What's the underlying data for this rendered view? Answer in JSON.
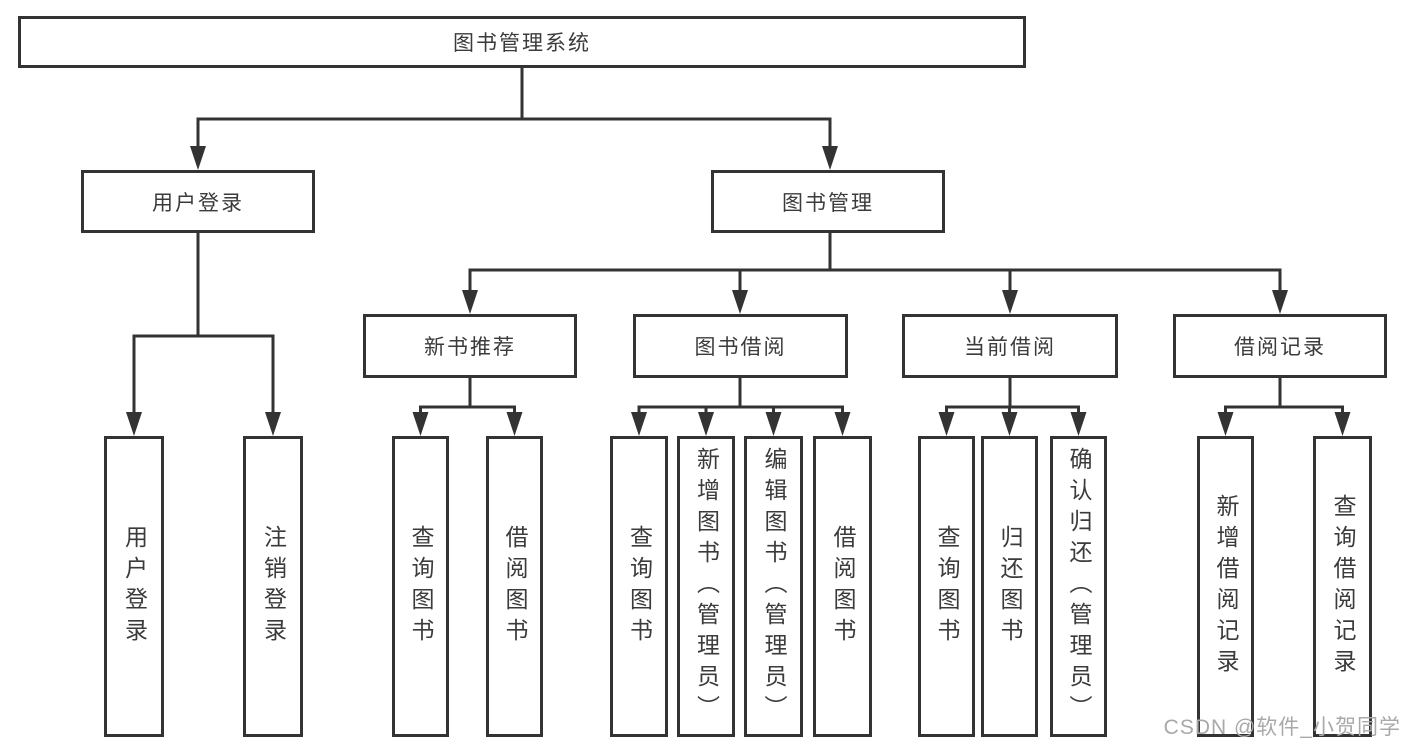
{
  "diagram": {
    "root": {
      "label": "图书管理系统"
    },
    "branches": [
      {
        "label": "用户登录",
        "children": [
          {
            "label": "用户登录"
          },
          {
            "label": "注销登录"
          }
        ]
      },
      {
        "label": "图书管理",
        "children": [
          {
            "label": "新书推荐",
            "children": [
              {
                "label": "查询图书"
              },
              {
                "label": "借阅图书"
              }
            ]
          },
          {
            "label": "图书借阅",
            "children": [
              {
                "label": "查询图书"
              },
              {
                "label": "新增图书（管理员）"
              },
              {
                "label": "编辑图书（管理员）"
              },
              {
                "label": "借阅图书"
              }
            ]
          },
          {
            "label": "当前借阅",
            "children": [
              {
                "label": "查询图书"
              },
              {
                "label": "归还图书"
              },
              {
                "label": "确认归还（管理员）"
              }
            ]
          },
          {
            "label": "借阅记录",
            "children": [
              {
                "label": "新增借阅记录"
              },
              {
                "label": "查询借阅记录"
              }
            ]
          }
        ]
      }
    ]
  },
  "watermark": {
    "text": "CSDN @软件_小贺同学"
  },
  "colors": {
    "line": "#333333",
    "border": "#333333",
    "text": "#3b3b3b",
    "watermark": "#a9a9a9",
    "background": "#ffffff"
  }
}
